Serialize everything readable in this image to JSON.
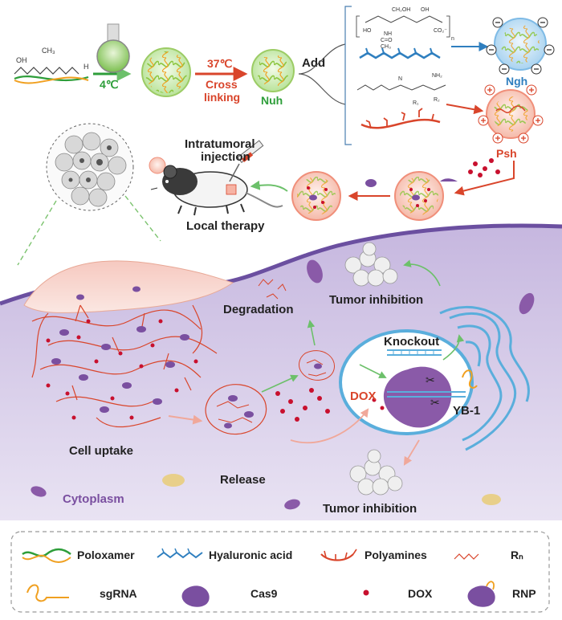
{
  "temps": {
    "cold": "4℃",
    "warm": "37℃"
  },
  "steps": {
    "cross_linking": [
      "Cross",
      "linking"
    ],
    "add": "Add",
    "intratumoral": [
      "Intratumoral",
      "injection"
    ],
    "local_therapy": "Local therapy"
  },
  "hydrogels": {
    "nuh": "Nuh",
    "ngh": "Ngh",
    "psh": "Psh"
  },
  "chem": {
    "poloxamer_ends": {
      "left": "OH",
      "mid": "CH₃",
      "right": "H"
    },
    "hyaluronic": {
      "top": "CH₂OH",
      "oh": "OH",
      "co2": "CO₂⁻",
      "ch3": "CH₃",
      "n": "n",
      "ho": "HO",
      "nh": "NH",
      "co": "C=O"
    },
    "polyamine": {
      "r1": "R₁",
      "r2": "R₂",
      "n": "N",
      "nh2": "NH₂"
    }
  },
  "cell": {
    "degradation": "Degradation",
    "tumor_inhibition_top": "Tumor inhibition",
    "knockout": "Knockout",
    "dox": "DOX",
    "yb1": "YB-1",
    "cell_uptake": "Cell uptake",
    "release": "Release",
    "cytoplasm": "Cytoplasm",
    "tumor_inhibition_bottom": "Tumor inhibition"
  },
  "legend": {
    "items": [
      {
        "label": "Poloxamer",
        "icon": "poloxamer-icon"
      },
      {
        "label": "Hyaluronic acid",
        "icon": "hyaluronic-acid-icon"
      },
      {
        "label": "Polyamines",
        "icon": "polyamines-icon"
      },
      {
        "label": "Rₙ",
        "icon": "rn-structure-icon"
      },
      {
        "label": "sgRNA",
        "icon": "sgrna-icon"
      },
      {
        "label": "Cas9",
        "icon": "cas9-icon"
      },
      {
        "label": "DOX",
        "icon": "dox-dot-icon"
      },
      {
        "label": "RNP",
        "icon": "rnp-icon"
      }
    ]
  },
  "colors": {
    "poloxamer": "#2e9e3a",
    "hyaluronic": "#2f7fbf",
    "polyamine": "#d9452b",
    "cas9": "#7a4fa0",
    "dox": "#c8102e",
    "cytoplasm": "#b9a6d6",
    "nucleus_ring": "#5aaedc",
    "green_label": "#2e9e3a",
    "red_label": "#d9452b",
    "blue_label": "#2f7fbf"
  }
}
